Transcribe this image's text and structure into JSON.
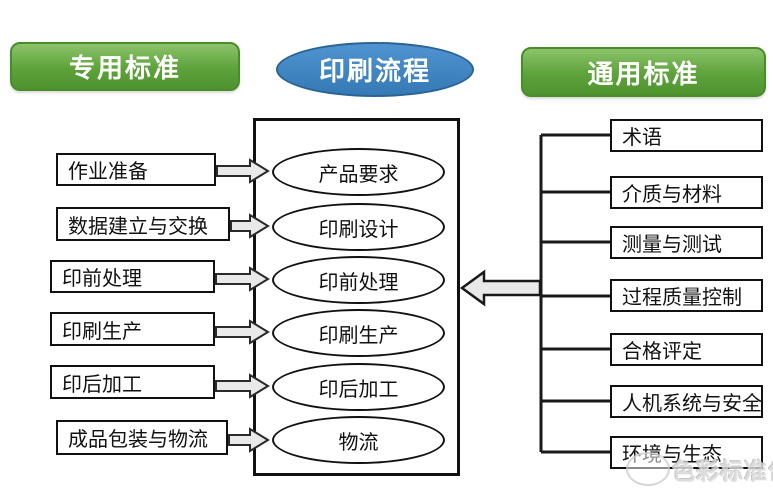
{
  "headers": {
    "special": {
      "label": "专用标准"
    },
    "process": {
      "label": "印刷流程"
    },
    "general": {
      "label": "通用标准"
    }
  },
  "special_standards": {
    "items": [
      {
        "label": "作业准备"
      },
      {
        "label": "数据建立与交换"
      },
      {
        "label": "印前处理"
      },
      {
        "label": "印刷生产"
      },
      {
        "label": "印后加工"
      },
      {
        "label": "成品包装与物流"
      }
    ]
  },
  "printing_process": {
    "items": [
      {
        "label": "产品要求"
      },
      {
        "label": "印刷设计"
      },
      {
        "label": "印前处理"
      },
      {
        "label": "印刷生产"
      },
      {
        "label": "印后加工"
      },
      {
        "label": "物流"
      }
    ]
  },
  "general_standards": {
    "items": [
      {
        "label": "术语"
      },
      {
        "label": "介质与材料"
      },
      {
        "label": "测量与测试"
      },
      {
        "label": "过程质量控制"
      },
      {
        "label": "合格评定"
      },
      {
        "label": "人机系统与安全"
      },
      {
        "label": "环境与生态"
      }
    ]
  },
  "watermark": {
    "label": "色彩标准化"
  },
  "colors": {
    "header_green": "#5da23a",
    "header_green_border": "#4a8c2c",
    "header_blue": "#3b82c4",
    "header_blue_border": "#2b6394",
    "node_border": "#111111",
    "arrow_fill": "#e9e9e9",
    "watermark_gray": "#d6d6d6"
  }
}
